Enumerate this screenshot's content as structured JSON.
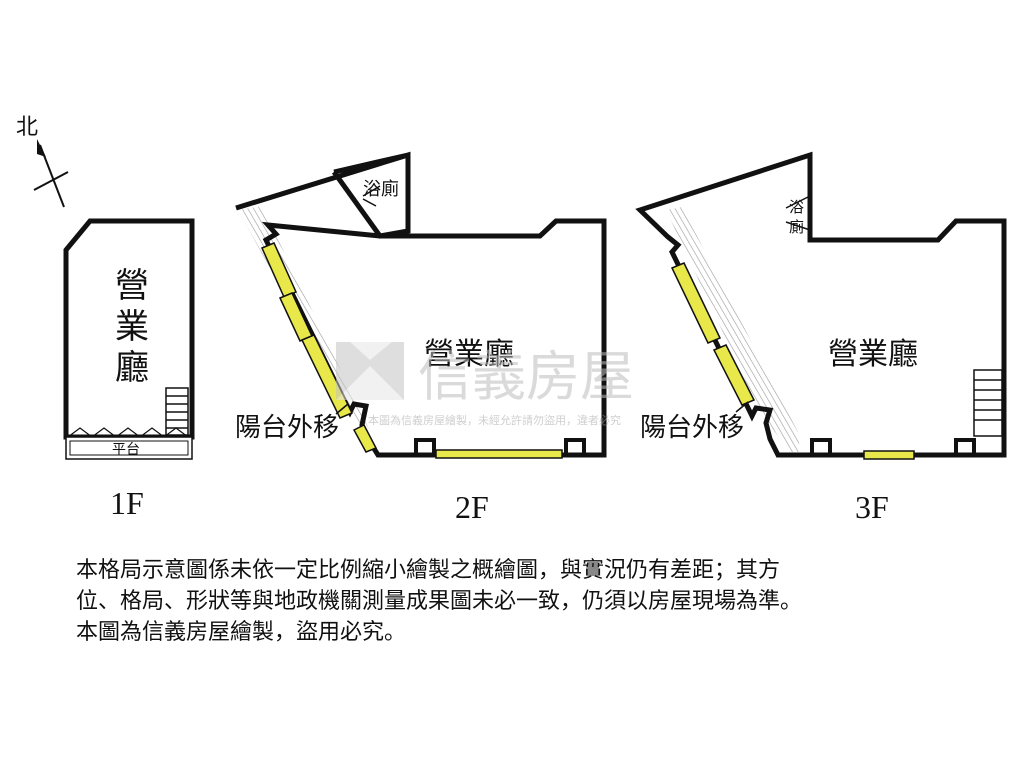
{
  "compass": {
    "north_label": "北"
  },
  "floors": [
    {
      "id": "1F",
      "label": "1F",
      "room_label": "營業廳",
      "platform_label": "平台"
    },
    {
      "id": "2F",
      "label": "2F",
      "room_label": "營業廳",
      "bath_label": "浴廁",
      "balcony_label": "陽台外移"
    },
    {
      "id": "3F",
      "label": "3F",
      "room_label": "營業廳",
      "bath_label": "浴廁",
      "balcony_label": "陽台外移"
    }
  ],
  "watermark": {
    "brand": "信義房屋",
    "subtext": "本圖為信義房屋繪製，未經允許請勿盜用，違者必究"
  },
  "disclaimer": {
    "line1": "本格局示意圖係未依一定比例縮小繪製之概繪圖，與實況仍有差距；其方",
    "line2": "位、格局、形狀等與地政機關測量成果圖未必一致，仍須以房屋現場為準。",
    "line3": "本圖為信義房屋繪製，盜用必究。"
  },
  "colors": {
    "wall": "#111111",
    "window": "#e8e84a",
    "hatch": "#999999",
    "watermark": "#c8c8c8"
  }
}
